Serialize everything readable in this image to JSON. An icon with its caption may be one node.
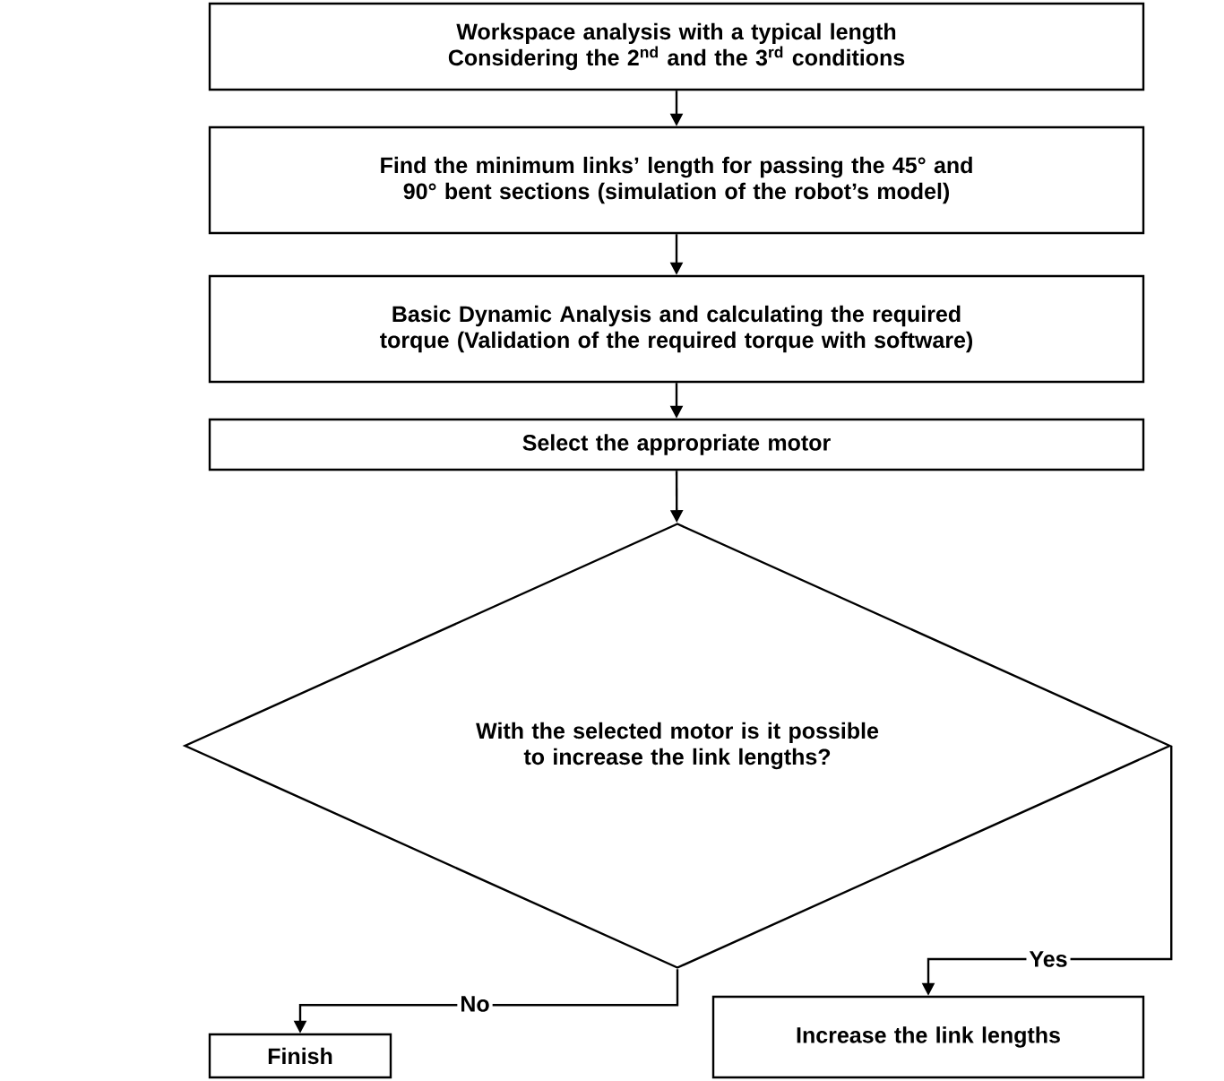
{
  "diagram": {
    "nodes": [
      {
        "text": [
          "Workspace analysis with a typical length Considering the 2$^{nd}$ and the 3$^{rd}$ conditions"
        ]
      },
      {
        "text": [
          "Find the minimum links’ length for passing the 45° and 90° bent sections (simulation of the robot’s model)"
        ]
      },
      {
        "text": [
          "Basic Dynamic Analysis and calculating the required torque (Validation of the required torque with software)"
        ]
      },
      {
        "text": [
          "Select the appropriate motor"
        ]
      },
      {
        "text": [
          "With the selected motor is it possible to increase the link lengths?"
        ]
      },
      {
        "text": [
          "Finish"
        ]
      },
      {
        "text": [
          "Increase the link lengths"
        ]
      }
    ],
    "edges": [
      {
        "from": 0,
        "to": 1,
        "arrow": "to"
      },
      {
        "from": 1,
        "to": 2,
        "arrow": "to"
      },
      {
        "from": 2,
        "to": 3,
        "arrow": "to"
      },
      {
        "from": 3,
        "to": 4,
        "arrow": "to"
      },
      {
        "from": 4,
        "to": 5,
        "arrow": "to",
        "label": "No"
      },
      {
        "from": 4,
        "to": 6,
        "arrow": "to",
        "label": "Yes"
      }
    ]
  }
}
